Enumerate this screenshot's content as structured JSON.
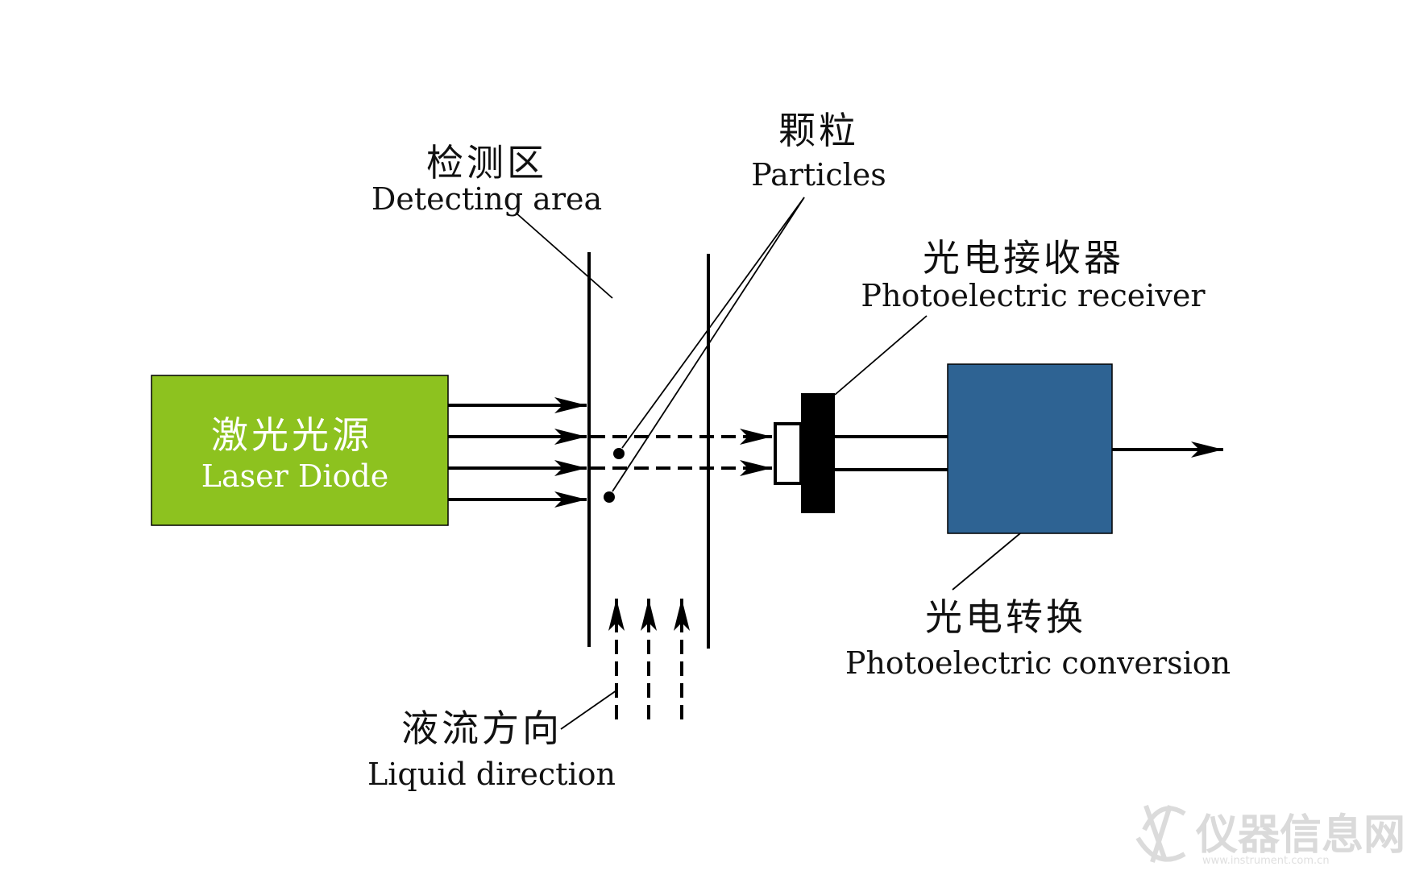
{
  "laser": {
    "cn": "激光光源",
    "en": "Laser Diode",
    "color": "#8dc21f"
  },
  "detecting": {
    "cn": "检测区",
    "en": "Detecting area"
  },
  "particles": {
    "cn": "颗粒",
    "en": "Particles"
  },
  "receiver": {
    "cn": "光电接收器",
    "en": "Photoelectric receiver"
  },
  "conversion": {
    "cn": "光电转换",
    "en": "Photoelectric conversion",
    "color": "#2e6393"
  },
  "liquid": {
    "cn": "液流方向",
    "en": "Liquid direction"
  },
  "watermark": {
    "text": "仪器信息网",
    "sub": "www.instrument.com.cn"
  }
}
